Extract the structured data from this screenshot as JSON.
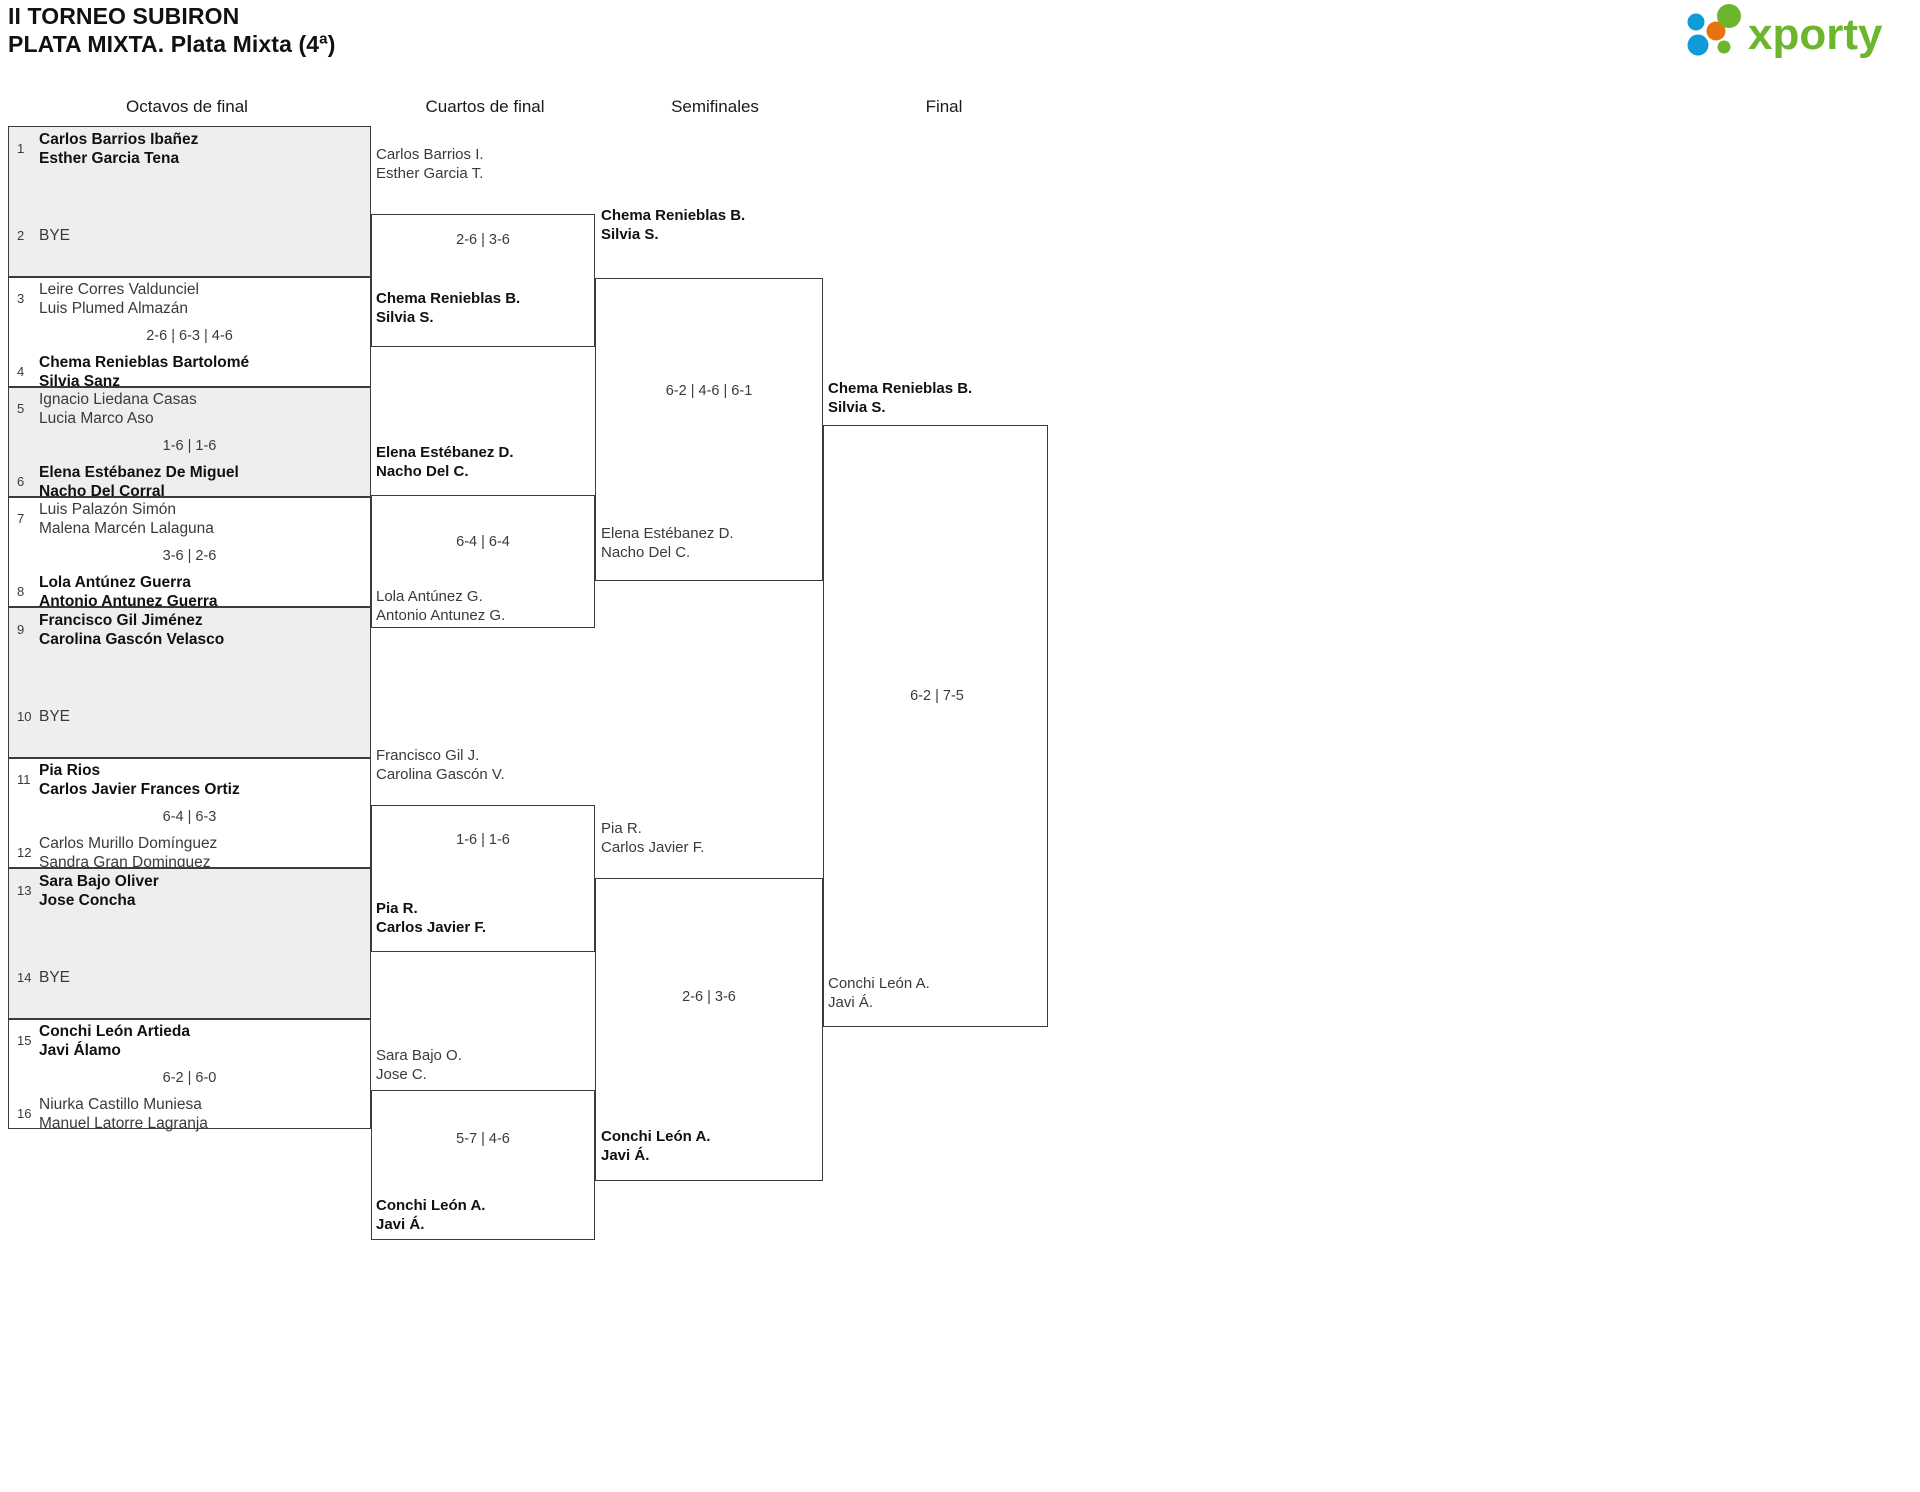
{
  "header": {
    "title_line1": "II TORNEO SUBIRON",
    "title_line2": "PLATA MIXTA. Plata Mixta (4ª)",
    "logo_text": "xporty",
    "logo_colors": {
      "green": "#6cb52d",
      "blue": "#0f9bd7",
      "orange": "#e8720c"
    }
  },
  "columns": [
    {
      "label": "Octavos de final"
    },
    {
      "label": "Cuartos de final"
    },
    {
      "label": "Semifinales"
    },
    {
      "label": "Final"
    }
  ],
  "round16": [
    {
      "shaded": true,
      "score": "",
      "top": {
        "seed": "1",
        "p1": "Carlos Barrios Ibañez",
        "p2": "Esther Garcia Tena",
        "winner": true,
        "bye": false
      },
      "bottom": {
        "seed": "2",
        "p1": "BYE",
        "p2": "",
        "winner": false,
        "bye": true
      }
    },
    {
      "shaded": false,
      "score": "2-6 | 6-3 | 4-6",
      "top": {
        "seed": "3",
        "p1": "Leire Corres Valdunciel",
        "p2": "Luis Plumed Almazán",
        "winner": false,
        "bye": false
      },
      "bottom": {
        "seed": "4",
        "p1": "Chema Renieblas Bartolomé",
        "p2": "Silvia Sanz",
        "winner": true,
        "bye": false
      }
    },
    {
      "shaded": true,
      "score": "1-6 | 1-6",
      "top": {
        "seed": "5",
        "p1": "Ignacio Liedana Casas",
        "p2": "Lucia Marco Aso",
        "winner": false,
        "bye": false
      },
      "bottom": {
        "seed": "6",
        "p1": "Elena Estébanez De Miguel",
        "p2": "Nacho Del Corral",
        "winner": true,
        "bye": false
      }
    },
    {
      "shaded": false,
      "score": "3-6 | 2-6",
      "top": {
        "seed": "7",
        "p1": "Luis Palazón Simón",
        "p2": "Malena Marcén Lalaguna",
        "winner": false,
        "bye": false
      },
      "bottom": {
        "seed": "8",
        "p1": "Lola Antúnez Guerra",
        "p2": "Antonio Antunez Guerra",
        "winner": true,
        "bye": false
      }
    },
    {
      "shaded": true,
      "score": "",
      "top": {
        "seed": "9",
        "p1": "Francisco Gil Jiménez",
        "p2": "Carolina Gascón Velasco",
        "winner": true,
        "bye": false
      },
      "bottom": {
        "seed": "10",
        "p1": "BYE",
        "p2": "",
        "winner": false,
        "bye": true
      }
    },
    {
      "shaded": false,
      "score": "6-4 | 6-3",
      "top": {
        "seed": "11",
        "p1": "Pia Rios",
        "p2": "Carlos Javier Frances Ortiz",
        "winner": true,
        "bye": false
      },
      "bottom": {
        "seed": "12",
        "p1": "Carlos Murillo Domínguez",
        "p2": "Sandra Gran Dominguez",
        "winner": false,
        "bye": false
      }
    },
    {
      "shaded": true,
      "score": "",
      "top": {
        "seed": "13",
        "p1": "Sara Bajo Oliver",
        "p2": "Jose Concha",
        "winner": true,
        "bye": false
      },
      "bottom": {
        "seed": "14",
        "p1": "BYE",
        "p2": "",
        "winner": false,
        "bye": true
      }
    },
    {
      "shaded": false,
      "score": "6-2 | 6-0",
      "top": {
        "seed": "15",
        "p1": "Conchi León Artieda",
        "p2": "Javi Álamo",
        "winner": true,
        "bye": false
      },
      "bottom": {
        "seed": "16",
        "p1": "Niurka Castillo Muniesa",
        "p2": "Manuel Latorre Lagranja",
        "winner": false,
        "bye": false
      }
    }
  ],
  "quarterfinals": [
    {
      "score": "2-6 | 3-6",
      "top": {
        "p1": "Carlos Barrios I.",
        "p2": "Esther Garcia T.",
        "winner": false
      },
      "bottom": {
        "p1": "Chema Renieblas B.",
        "p2": "Silvia S.",
        "winner": true
      }
    },
    {
      "score": "6-4 | 6-4",
      "top": {
        "p1": "Elena Estébanez D.",
        "p2": "Nacho Del C.",
        "winner": true
      },
      "bottom": {
        "p1": "Lola Antúnez G.",
        "p2": "Antonio Antunez G.",
        "winner": false
      }
    },
    {
      "score": "1-6 | 1-6",
      "top": {
        "p1": "Francisco Gil J.",
        "p2": "Carolina Gascón V.",
        "winner": false
      },
      "bottom": {
        "p1": "Pia R.",
        "p2": "Carlos Javier F.",
        "winner": true
      }
    },
    {
      "score": "5-7 | 4-6",
      "top": {
        "p1": "Sara Bajo O.",
        "p2": "Jose C.",
        "winner": false
      },
      "bottom": {
        "p1": "Conchi León A.",
        "p2": "Javi Á.",
        "winner": true
      }
    }
  ],
  "semifinals": [
    {
      "score": "6-2 | 4-6 | 6-1",
      "top": {
        "p1": "Chema Renieblas B.",
        "p2": "Silvia S.",
        "winner": true
      },
      "bottom": {
        "p1": "Elena Estébanez D.",
        "p2": "Nacho Del C.",
        "winner": false
      }
    },
    {
      "score": "2-6 | 3-6",
      "top": {
        "p1": "Pia R.",
        "p2": "Carlos Javier F.",
        "winner": false
      },
      "bottom": {
        "p1": "Conchi León A.",
        "p2": "Javi Á.",
        "winner": true
      }
    }
  ],
  "final": {
    "score": "6-2 | 7-5",
    "top": {
      "p1": "Chema Renieblas B.",
      "p2": "Silvia S.",
      "winner": true
    },
    "bottom": {
      "p1": "Conchi León A.",
      "p2": "Javi Á.",
      "winner": false
    }
  }
}
